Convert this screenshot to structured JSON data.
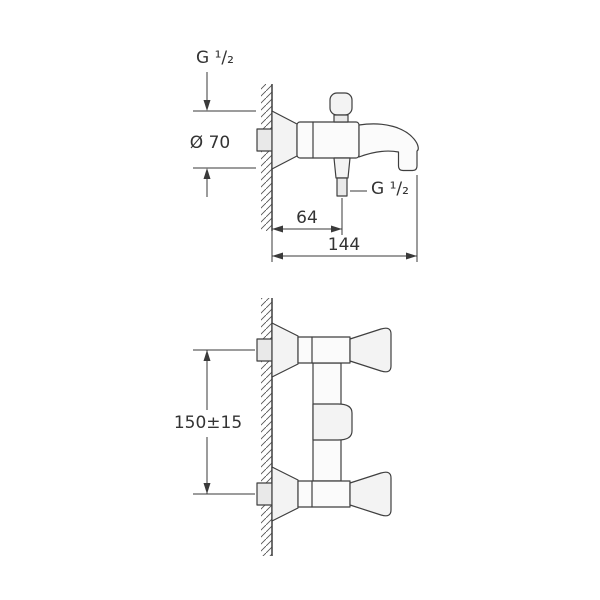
{
  "theme": {
    "background": "#ffffff",
    "line": "#3f3f3f",
    "dim": "#3a3a3a",
    "text": "#333333",
    "fill_light": "#f3f3f3",
    "fill_mid": "#e9e9e9"
  },
  "side_view": {
    "labels": {
      "thread_top": "G ¹/₂",
      "escutcheon_diameter": "Ø 70",
      "thread_shower_outlet": "G ¹/₂",
      "wall_to_shower_outlet": "64",
      "wall_to_spout_tip": "144"
    }
  },
  "front_view": {
    "labels": {
      "inlet_spacing": "150±15"
    }
  }
}
